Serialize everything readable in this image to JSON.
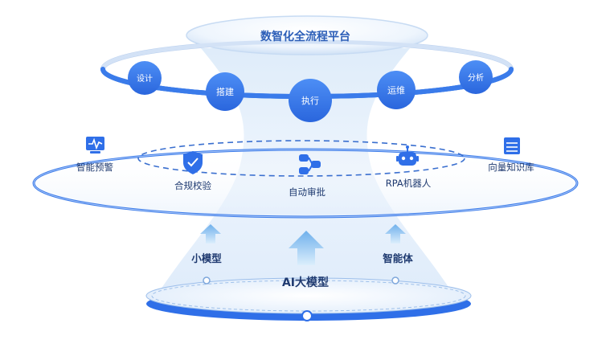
{
  "platform": {
    "title": "数智化全流程平台",
    "stages": [
      {
        "label": "设计"
      },
      {
        "label": "搭建"
      },
      {
        "label": "执行"
      },
      {
        "label": "运维"
      },
      {
        "label": "分析"
      }
    ]
  },
  "capabilities": {
    "items": [
      {
        "label": "智能预警",
        "icon": "monitor-pulse-icon"
      },
      {
        "label": "合规校验",
        "icon": "shield-check-icon"
      },
      {
        "label": "自动审批",
        "icon": "flow-nodes-icon"
      },
      {
        "label": "RPA机器人",
        "icon": "robot-icon"
      },
      {
        "label": "向量知识库",
        "icon": "database-icon"
      }
    ]
  },
  "foundation": {
    "title": "AI大模型",
    "left_label": "小模型",
    "right_label": "智能体"
  },
  "colors": {
    "primary": "#2f6fe8",
    "ring": "#3a7bea",
    "text_dark": "#1f3a70",
    "text_blue": "#2d5fb8",
    "arrow": "#8ec3f0"
  }
}
